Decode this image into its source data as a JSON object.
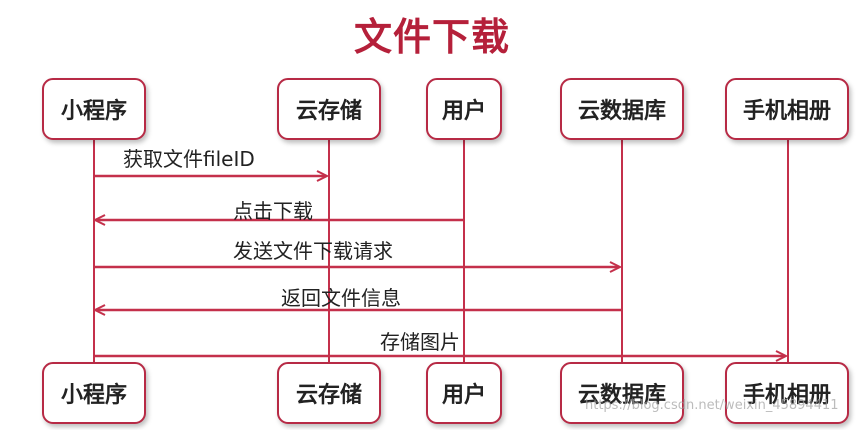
{
  "title": "文件下载",
  "participants": {
    "miniprogram": "小程序",
    "cloud_storage": "云存储",
    "user": "用户",
    "cloud_db": "云数据库",
    "album": "手机相册"
  },
  "messages": [
    {
      "label": "获取文件fileID",
      "from": "小程序",
      "to": "云存储"
    },
    {
      "label": "点击下载",
      "from": "用户",
      "to": "小程序"
    },
    {
      "label": "发送文件下载请求",
      "from": "小程序",
      "to": "云数据库"
    },
    {
      "label": "返回文件信息",
      "from": "云数据库",
      "to": "小程序"
    },
    {
      "label": "存储图片",
      "from": "小程序",
      "to": "手机相册"
    }
  ],
  "watermark": "https://blog.csdn.net/weixin_45894411",
  "colors": {
    "accent": "#b5203a",
    "line": "#c4304b"
  }
}
